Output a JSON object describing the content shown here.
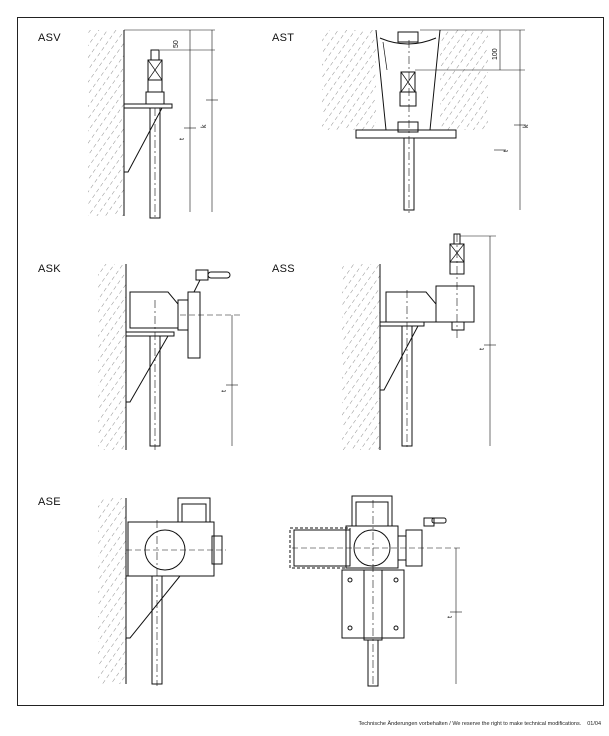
{
  "variants": [
    {
      "code": "ASV"
    },
    {
      "code": "AST"
    },
    {
      "code": "ASK"
    },
    {
      "code": "ASS"
    },
    {
      "code": "ASE"
    }
  ],
  "dimensions": {
    "asv_clearance": "50",
    "ast_clearance": "100",
    "k_label": "k",
    "t_label": "t"
  },
  "footer": {
    "note": "Technische Änderungen vorbehalten / We reserve the right to make technical modifications.",
    "date": "01/04"
  }
}
